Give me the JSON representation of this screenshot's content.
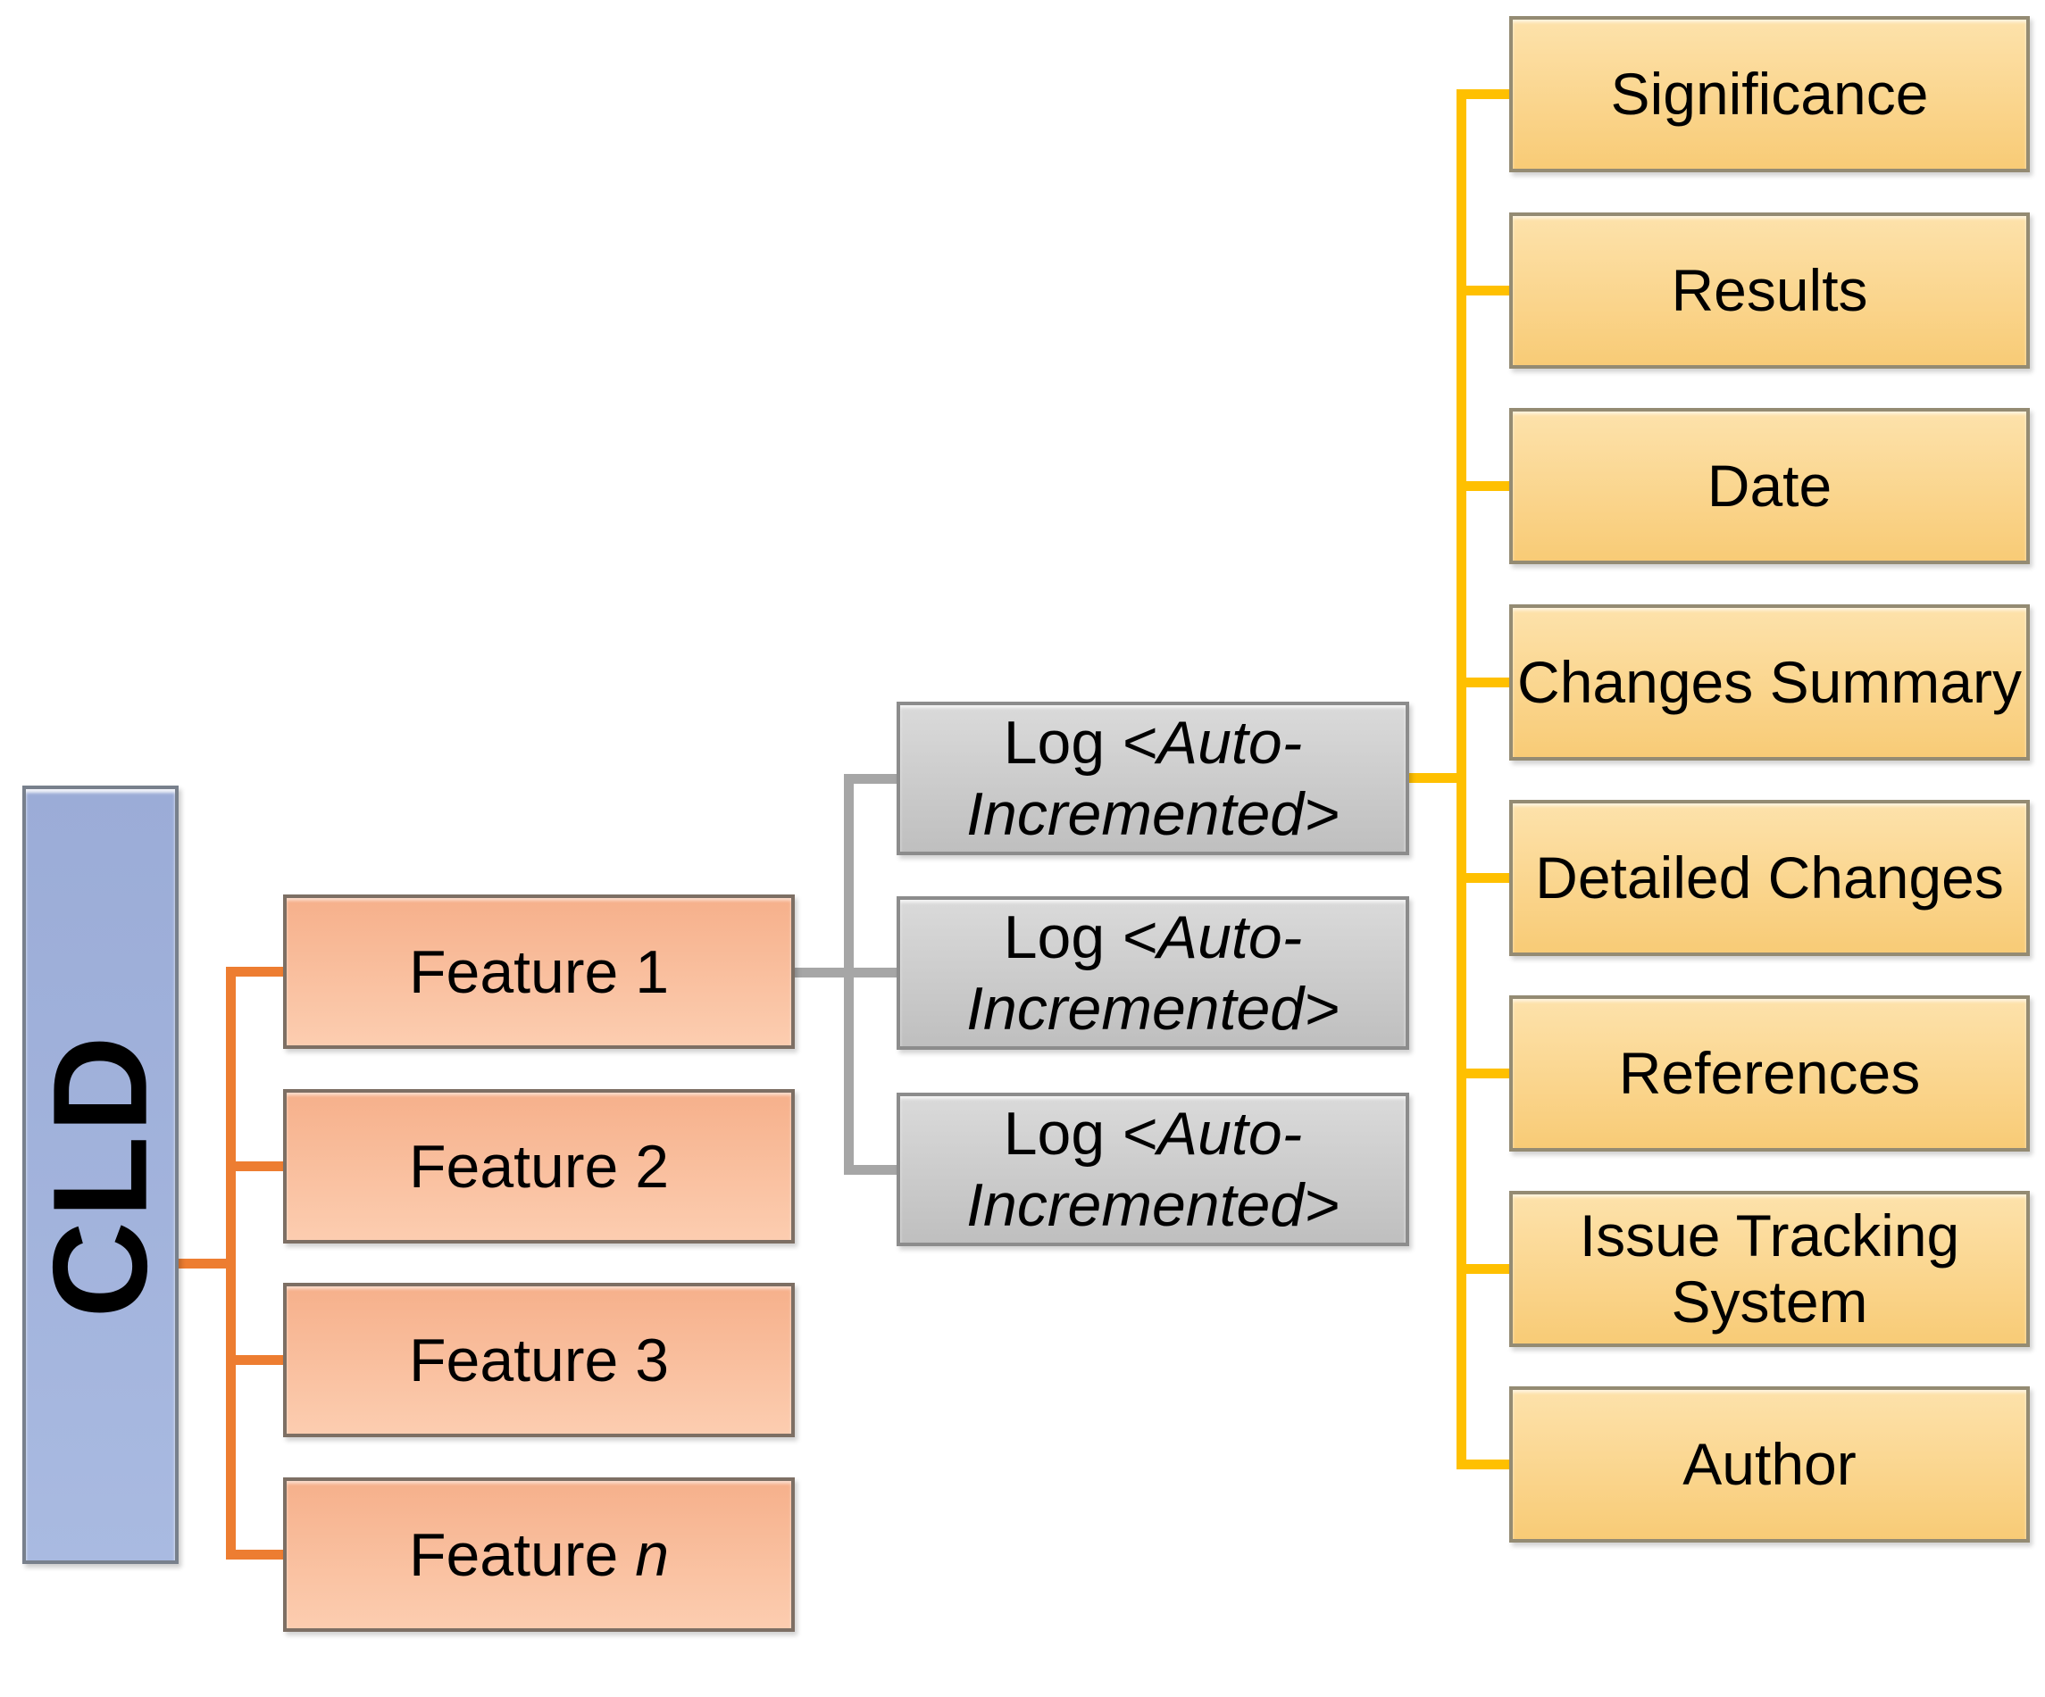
{
  "root": {
    "label": "CLD"
  },
  "features": [
    {
      "text": "Feature 1",
      "emph": ""
    },
    {
      "text": "Feature 2",
      "emph": ""
    },
    {
      "text": "Feature 3",
      "emph": ""
    },
    {
      "text": "Feature ",
      "emph": "n"
    }
  ],
  "logs": [
    {
      "prefix": "Log ",
      "emph": "<Auto-Incremented>"
    },
    {
      "prefix": "Log ",
      "emph": "<Auto-Incremented>"
    },
    {
      "prefix": "Log ",
      "emph": "<Auto-Incremented>"
    }
  ],
  "log_fields": [
    {
      "label": "Significance"
    },
    {
      "label": "Results"
    },
    {
      "label": "Date"
    },
    {
      "label": "Changes Summary"
    },
    {
      "label": "Detailed Changes"
    },
    {
      "label": "References"
    },
    {
      "label": "Issue Tracking System"
    },
    {
      "label": "Author"
    }
  ],
  "colors": {
    "background": "#ffffff",
    "text": "#000000",
    "root_fill_top": "#9bacd7",
    "root_fill_bottom": "#a9bae1",
    "root_border": "#78808c",
    "feature_fill_top": "#f6b08b",
    "feature_fill_bottom": "#fccdb0",
    "feature_border": "#7d6f64",
    "log_fill_top": "#dadada",
    "log_fill_bottom": "#bfbfbf",
    "log_border": "#8c8c8c",
    "field_fill_top": "#fde2ab",
    "field_fill_bottom": "#f8cb76",
    "field_border": "#948b73",
    "connector_root": "#ed7d31",
    "connector_log": "#a6a6a6",
    "connector_field": "#ffc000"
  }
}
